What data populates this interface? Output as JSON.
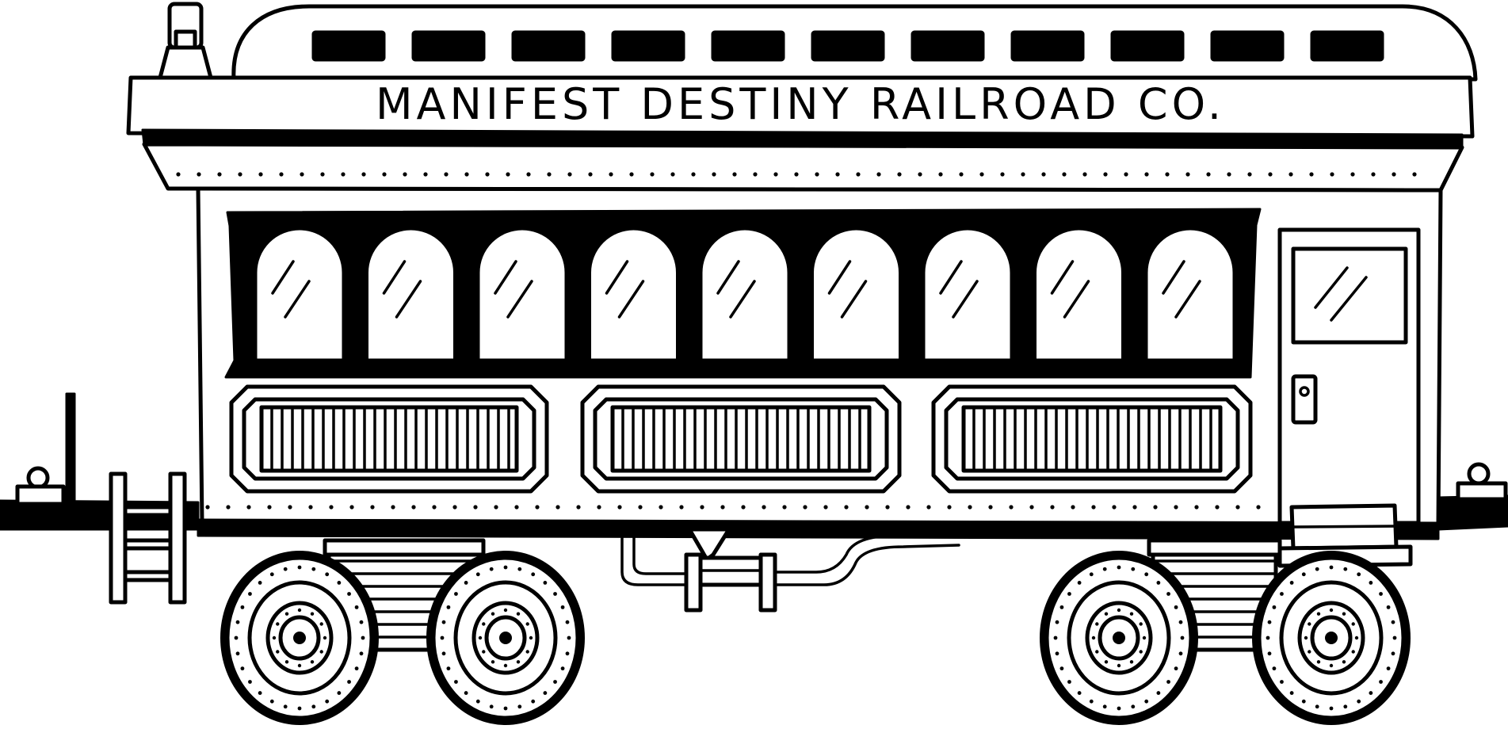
{
  "illustration": {
    "subject": "railroad-passenger-car",
    "ink_color": "#000000",
    "paper_color": "#ffffff"
  },
  "car": {
    "name_board": "MANIFEST DESTINY RAILROAD CO.",
    "clerestory_windows": 11,
    "arched_windows": 9,
    "side_panels": 3,
    "wheels": 4
  }
}
